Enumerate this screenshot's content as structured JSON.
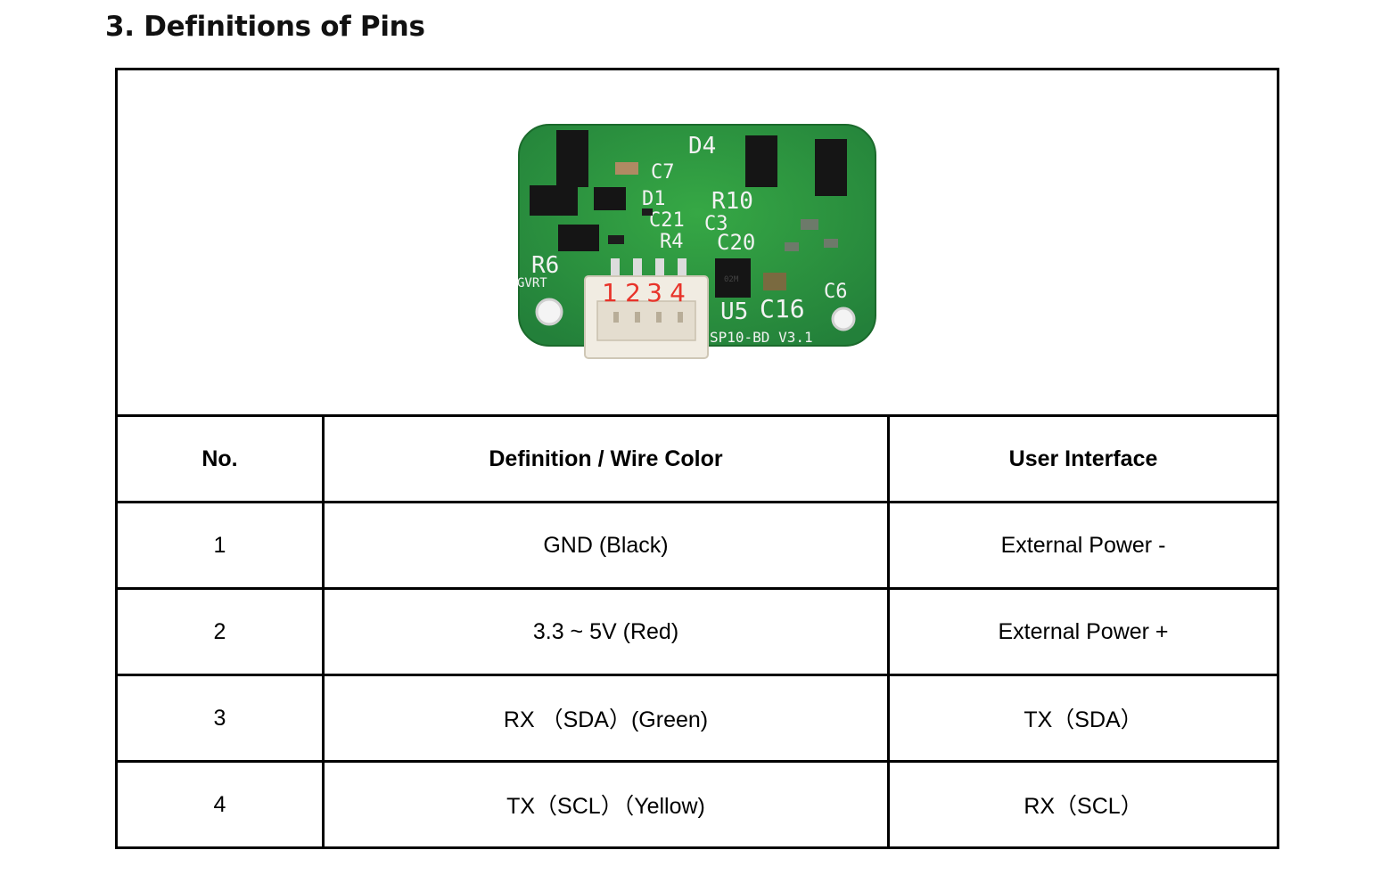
{
  "section": {
    "title": "3. Definitions of Pins"
  },
  "board": {
    "pin_numbers": [
      "1",
      "2",
      "3",
      "4"
    ],
    "silkscreen": {
      "d4": "D4",
      "c7": "C7",
      "d1": "D1",
      "c21": "C21",
      "r4": "R4",
      "r10": "R10",
      "c3": "C3",
      "c20": "C20",
      "r6": "R6",
      "gvrt": "GVRT",
      "u5": "U5",
      "c16": "C16",
      "c6": "C6",
      "chip": "02M",
      "model": "SP10-BD  V3.1"
    },
    "colors": {
      "pcb": "#2e9a3c",
      "pin_label": "#e8332a",
      "connector": "#f1ece2"
    }
  },
  "table": {
    "headers": [
      "No.",
      "Definition / Wire Color",
      "User Interface"
    ],
    "rows": [
      [
        "1",
        "GND (Black)",
        "External Power -"
      ],
      [
        "2",
        "3.3 ~ 5V (Red)",
        "External Power +"
      ],
      [
        "3",
        "RX （SDA）(Green)",
        "TX（SDA）"
      ],
      [
        "4",
        "TX（SCL）（Yellow)",
        "RX（SCL）"
      ]
    ]
  }
}
